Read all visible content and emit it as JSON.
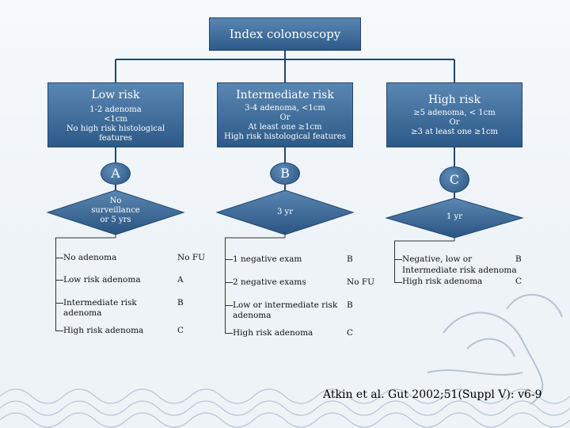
{
  "root": {
    "label": "Index colonoscopy"
  },
  "risks": [
    {
      "title": "Low risk",
      "details": "1-2 adenoma\n<1cm\nNo high risk histological\nfeatures",
      "letter": "A",
      "interval": "No\nsurveillance\nor 5 yrs"
    },
    {
      "title": "Intermediate risk",
      "details": "3-4 adenoma, <1cm\nOr\nAt least one ≥1cm\nHigh risk histological features",
      "letter": "B",
      "interval": "3 yr"
    },
    {
      "title": "High risk",
      "details": "≥5 adenoma, < 1cm\nOr\n≥3 at least one ≥1cm",
      "letter": "C",
      "interval": "1 yr"
    }
  ],
  "outcomes": {
    "low": [
      {
        "label": "No adenoma",
        "action": "No FU"
      },
      {
        "label": "Low risk adenoma",
        "action": "A"
      },
      {
        "label": "Intermediate risk\nadenoma",
        "action": "B"
      },
      {
        "label": "High risk adenoma",
        "action": "C"
      }
    ],
    "intermediate": [
      {
        "label": "1 negative exam",
        "action": "B"
      },
      {
        "label": "2 negative exams",
        "action": "No FU"
      },
      {
        "label": "Low or intermediate risk\nadenoma",
        "action": "B"
      },
      {
        "label": "High risk adenoma",
        "action": "C"
      }
    ],
    "high": [
      {
        "label": "Negative, low or",
        "action": "B"
      },
      {
        "label": "Intermediate risk adenoma",
        "action": ""
      },
      {
        "label": "High risk adenoma",
        "action": "C"
      }
    ]
  },
  "citation": "Atkin et al. Gut 2002;51(Suppl V): v6-9",
  "colors": {
    "box": "#2d5a88",
    "box_light": "#5a86b2",
    "line": "#333333"
  }
}
